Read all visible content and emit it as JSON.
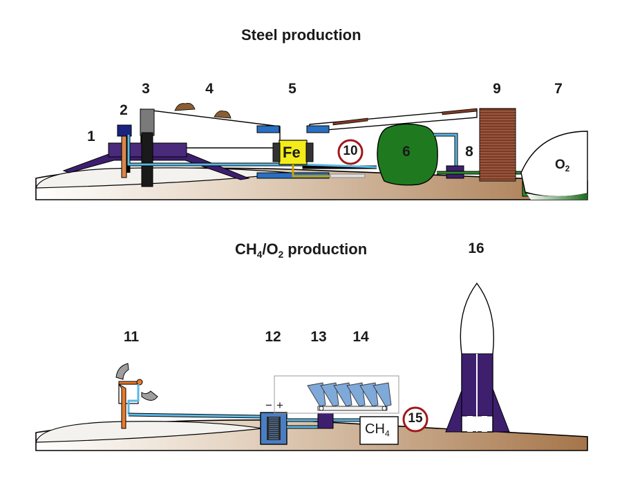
{
  "titles": {
    "steel": "Steel production",
    "ch4_main": "CH",
    "ch4_sub1": "4",
    "ch4_mid": "/O",
    "ch4_sub2": "2",
    "ch4_tail": " production"
  },
  "numbers": {
    "n1": "1",
    "n2": "2",
    "n3": "3",
    "n4": "4",
    "n5": "5",
    "n6": "6",
    "n7": "7",
    "n8": "8",
    "n9": "9",
    "n10": "10",
    "n11": "11",
    "n12": "12",
    "n13": "13",
    "n14": "14",
    "n15": "15",
    "n16": "16"
  },
  "labels": {
    "fe": "Fe",
    "o2_main": "O",
    "o2_sub": "2",
    "ch4_main": "CH",
    "ch4_sub": "4",
    "minus": "−",
    "plus": "+"
  },
  "colors": {
    "ground": "#a87b50",
    "regolith": "#f2efea",
    "pipe_blue": "#5bb7e3",
    "purple": "#3d1f6e",
    "green": "#1f7a1f",
    "steel_blue": "#2a6fc2",
    "brown_stack": "#7a3a24",
    "yellow": "#f4ec1a",
    "red_circle": "#a01818",
    "panel_blue": "#7fa9d9"
  }
}
